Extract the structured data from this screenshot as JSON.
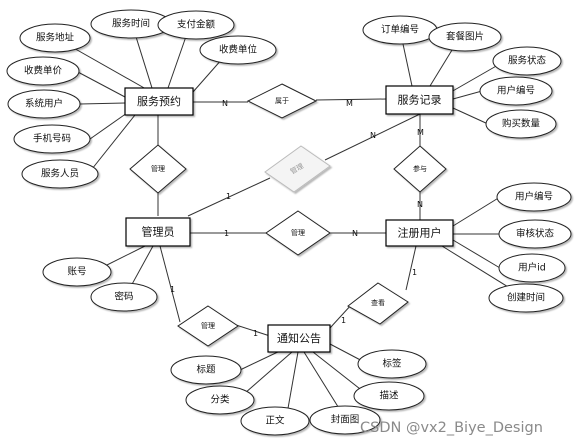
{
  "entities": {
    "reservation": "服务预约",
    "service_record": "服务记录",
    "admin": "管理员",
    "registered_user": "注册用户",
    "notice": "通知公告"
  },
  "attributes": {
    "reservation": [
      "服务地址",
      "服务时间",
      "支付金额",
      "收费单位",
      "收费单价",
      "系统用户",
      "手机号码",
      "服务人员"
    ],
    "service_record": [
      "订单编号",
      "套餐图片",
      "服务状态",
      "用户编号",
      "购买数量"
    ],
    "registered_user": [
      "用户编号",
      "审核状态",
      "用户id",
      "创建时间"
    ],
    "admin": [
      "账号",
      "密码"
    ],
    "notice": [
      "标题",
      "分类",
      "正文",
      "封面图",
      "描述",
      "标签"
    ]
  },
  "relations": {
    "reserve_rel": "属于",
    "admin_reservation_rel": "管理",
    "admin_record_rel": "管理",
    "admin_user_rel": "管理",
    "user_record_rel": "参与",
    "admin_notice_rel": "管理",
    "user_notice_rel": "查看"
  },
  "cardinalities": {
    "reserve_left": "N",
    "reserve_right": "M",
    "admin_record_left": "1",
    "admin_record_right": "N",
    "user_record_top": "M",
    "user_record_bottom": "N",
    "admin_user_left": "1",
    "admin_user_right": "N",
    "admin_notice_top": "1",
    "admin_notice_bottom": "1",
    "user_notice_top": "1",
    "user_notice_bottom": "1"
  },
  "watermark": "CSDN @vx2_Biye_Design"
}
